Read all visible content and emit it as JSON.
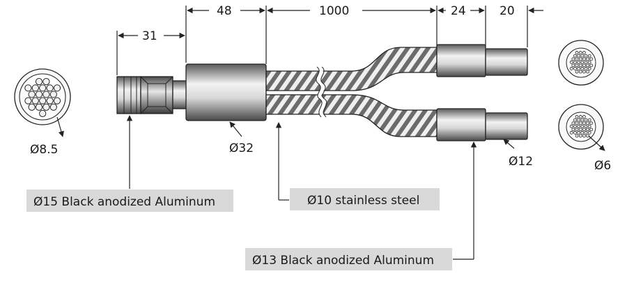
{
  "dimensions": {
    "d31": "31",
    "d48": "48",
    "d1000": "1000",
    "d24": "24",
    "d20": "20"
  },
  "diameters": {
    "left_section": "Ø8.5",
    "large_sleeve": "Ø32",
    "small_sleeve": "Ø12",
    "right_section": "Ø6"
  },
  "callouts": {
    "connector": "Ø15 Black anodized Aluminum",
    "hose": "Ø10 stainless steel",
    "end_sleeve": "Ø13 Black anodized Aluminum"
  },
  "colors": {
    "callout_background": "#d9d9d9",
    "line": "#222222"
  }
}
